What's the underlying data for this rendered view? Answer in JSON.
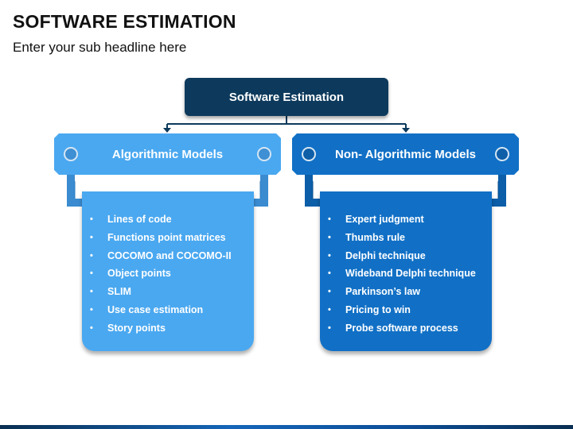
{
  "title": "SOFTWARE ESTIMATION",
  "subtitle": "Enter your sub headline here",
  "root": {
    "label": "Software Estimation"
  },
  "branches": [
    {
      "label": "Algorithmic Models",
      "items": [
        "Lines of code",
        "Functions point matrices",
        "COCOMO and COCOMO-II",
        "Object points",
        "SLIM",
        "Use case estimation",
        "Story points"
      ]
    },
    {
      "label": "Non- Algorithmic Models",
      "items": [
        "Expert judgment",
        "Thumbs rule",
        "Delphi technique",
        "Wideband Delphi technique",
        "Parkinson’s law",
        "Pricing to win",
        "Probe software process"
      ]
    }
  ],
  "bullet_glyph": "•",
  "colors": {
    "root": "#0d3a5c",
    "algorithmic": "#4aa8f0",
    "non_algorithmic": "#1170c6"
  }
}
